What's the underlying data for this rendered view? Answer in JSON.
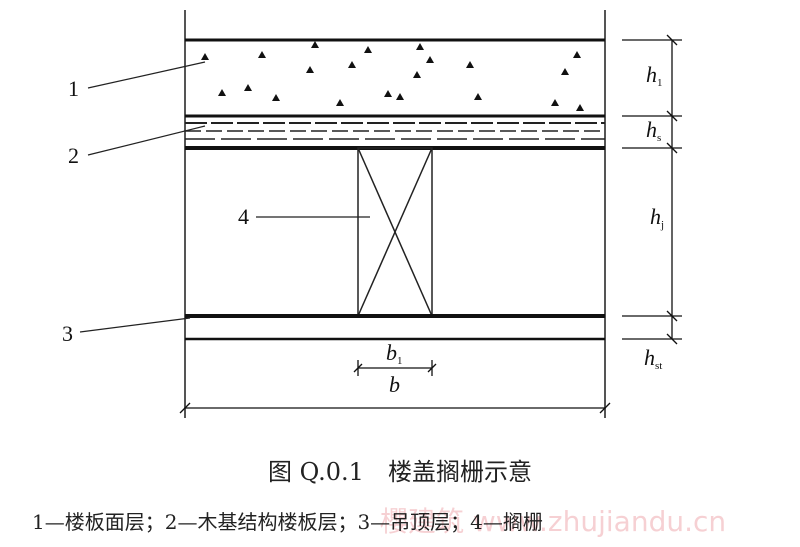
{
  "labels": {
    "l1": "1",
    "l2": "2",
    "l3": "3",
    "l4": "4"
  },
  "dimensions": {
    "h1": {
      "main": "h",
      "sub": "1"
    },
    "hs": {
      "main": "h",
      "sub": "s"
    },
    "hj": {
      "main": "h",
      "sub": "j"
    },
    "hst": {
      "main": "h",
      "sub": "st"
    },
    "b1": {
      "main": "b",
      "sub": "1"
    },
    "b": {
      "main": "b"
    }
  },
  "caption": "图 Q.0.1　楼盖搁栅示意",
  "notes": "1—楼板面层；2—木基结构楼板层；3—吊顶层；4—搁栅",
  "watermark": "櫻建筑 www.zhujiandu.cn"
}
